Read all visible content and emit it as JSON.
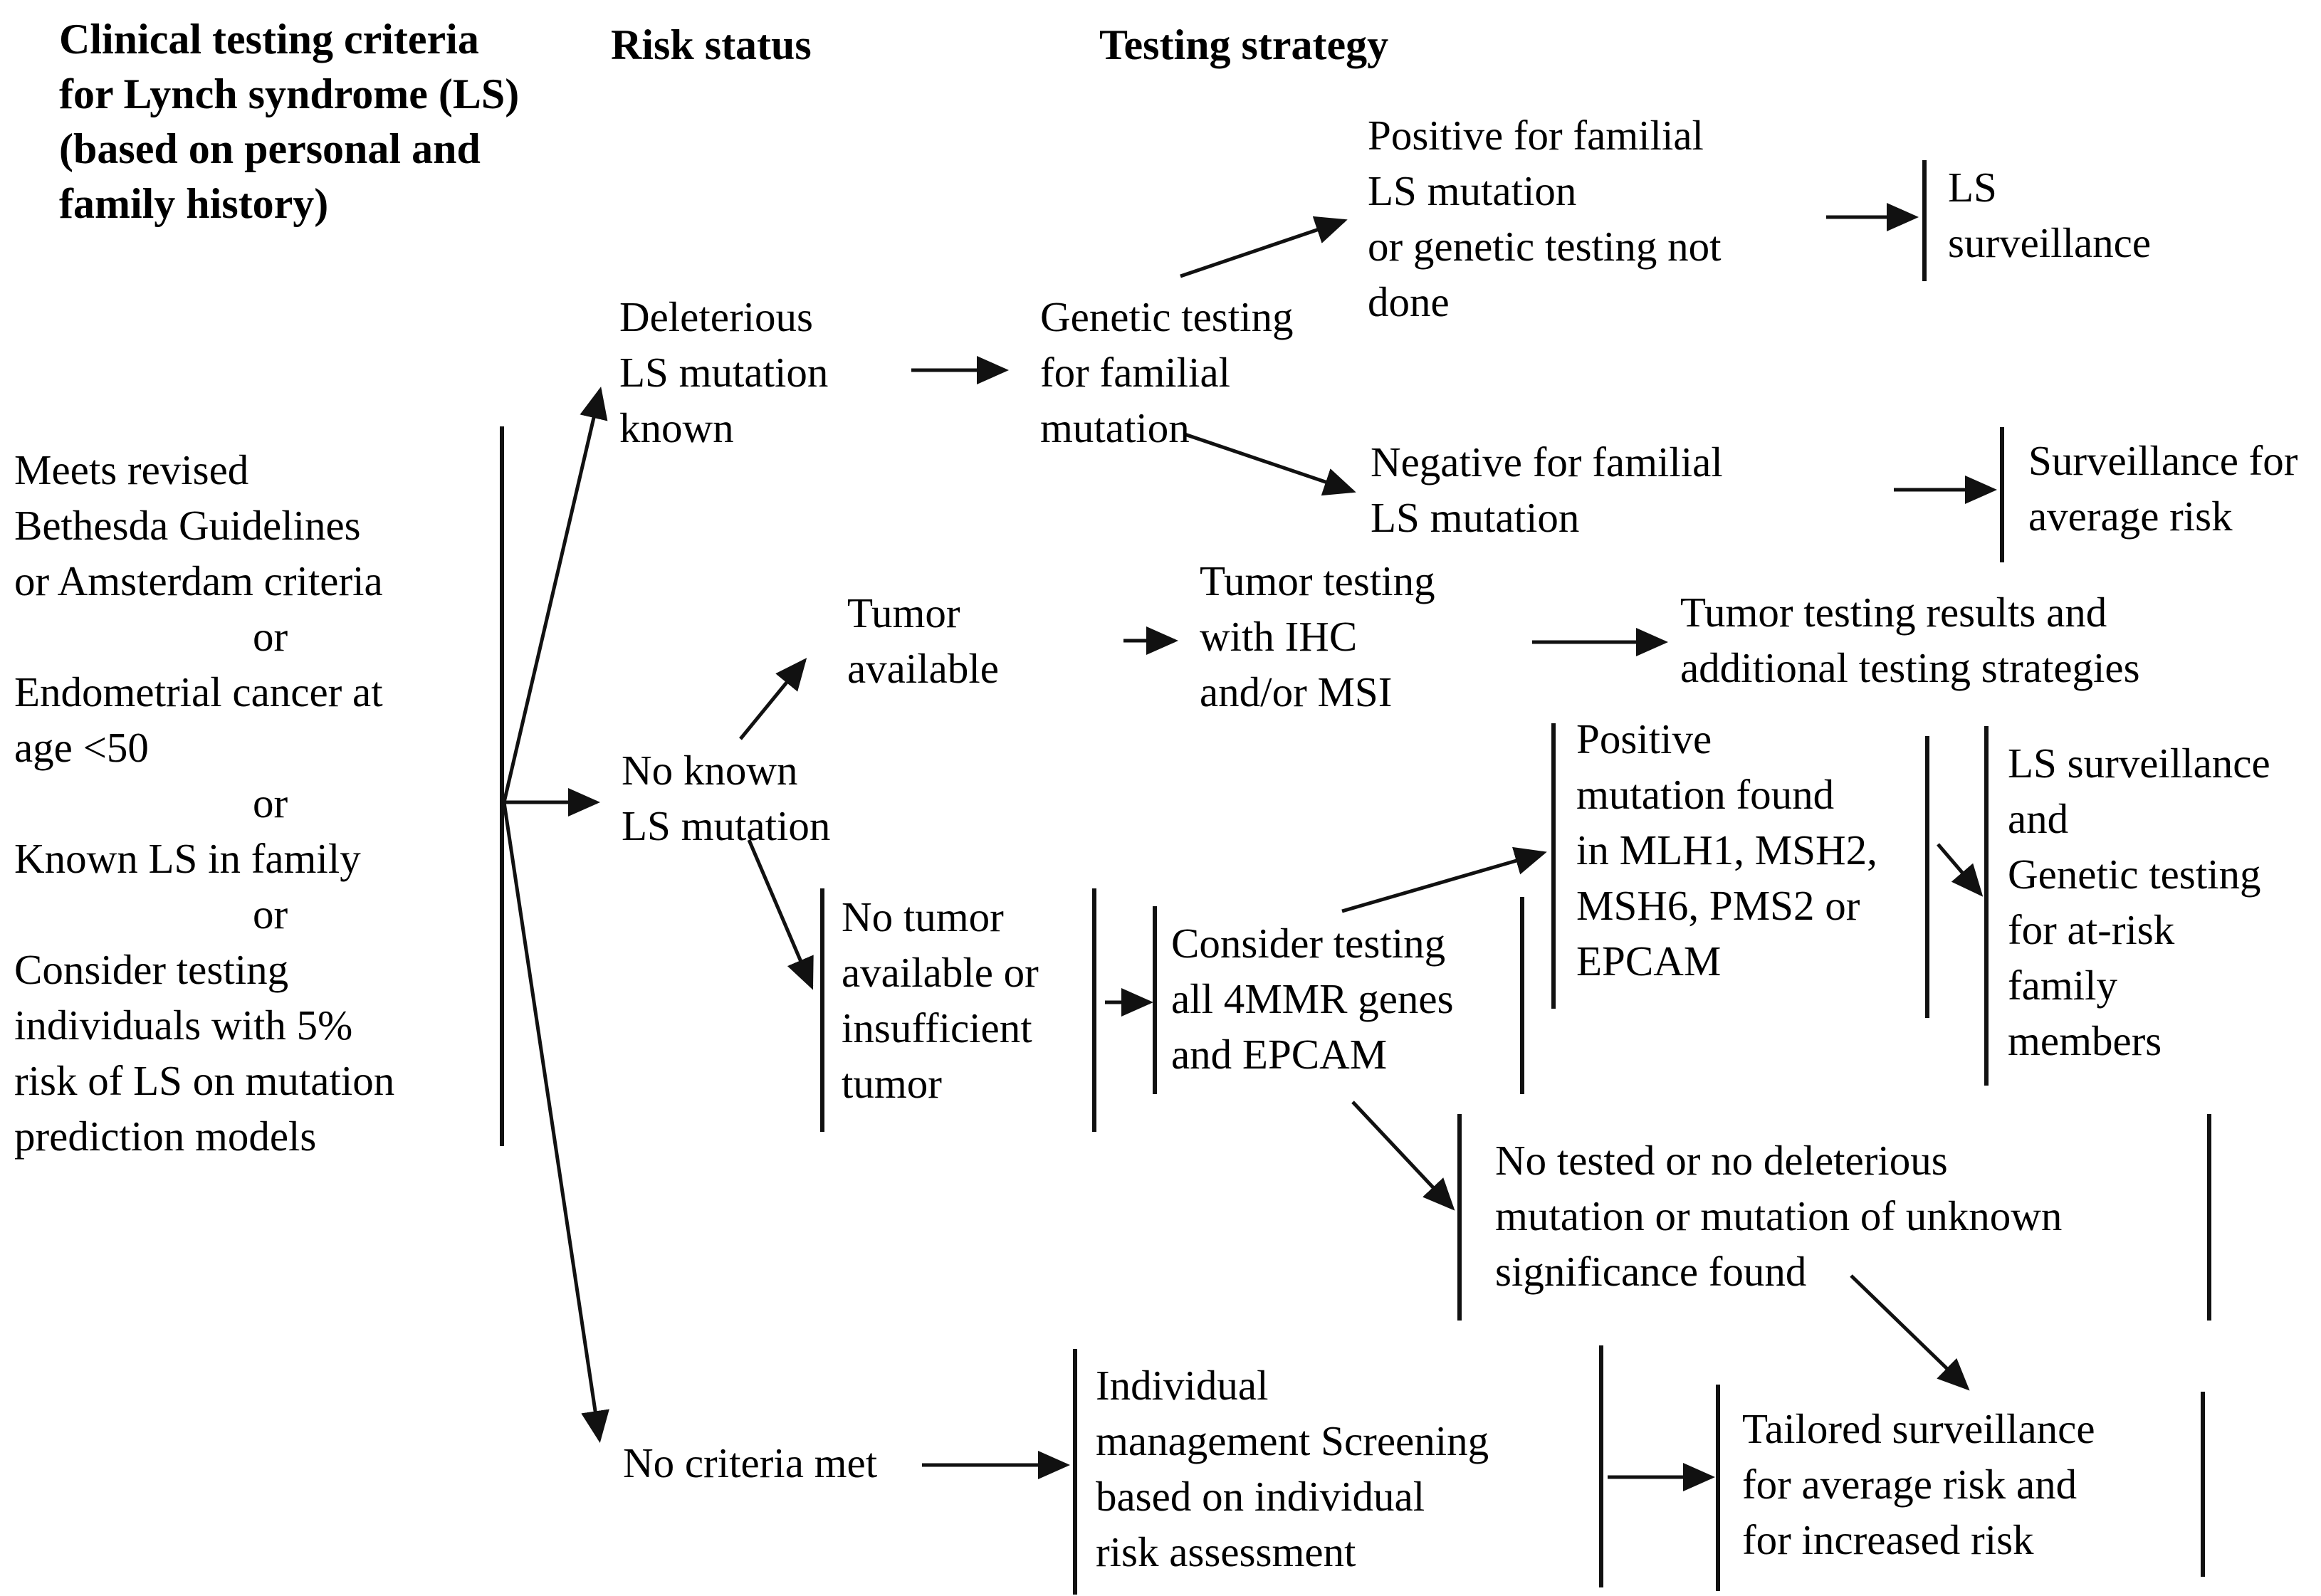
{
  "header": {
    "title": "Clinical testing criteria\nfor Lynch syndrome (LS)\n(based on personal and\nfamily history)",
    "col_risk": "Risk status",
    "col_testing": "Testing strategy"
  },
  "criteria": {
    "group1": "Meets revised\nBethesda Guidelines\nor Amsterdam criteria",
    "or1": "or",
    "group2": "Endometrial cancer at\nage <50",
    "or2": "or",
    "group3": "Known LS in family",
    "or3": "or",
    "group4": "Consider testing\nindividuals with 5%\nrisk of LS on mutation\nprediction models"
  },
  "nodes": {
    "deleterious": {
      "text": "Deleterious\nLS mutation\nknown"
    },
    "genetic_testing": {
      "text": "Genetic testing\nfor familial\nmutation"
    },
    "positive_familial": {
      "text": "Positive for familial\nLS mutation\nor genetic testing not\ndone"
    },
    "ls_surveillance": {
      "text": "LS\nsurveillance"
    },
    "negative_familial": {
      "text": "Negative for familial\nLS mutation"
    },
    "surveillance_average": {
      "text": "Surveillance for\naverage risk"
    },
    "tumor_available": {
      "text": "Tumor\navailable"
    },
    "tumor_testing": {
      "text": "Tumor testing\nwith IHC\nand/or MSI"
    },
    "tumor_results": {
      "text": "Tumor testing results and\nadditional testing strategies"
    },
    "no_known": {
      "text": "No known\nLS mutation"
    },
    "no_tumor": {
      "text": "No tumor\navailable or\ninsufficient\ntumor"
    },
    "consider_testing": {
      "text": "Consider testing\nall 4MMR genes\nand EPCAM"
    },
    "positive_mutation": {
      "text": "Positive\nmutation found\nin MLH1, MSH2,\nMSH6, PMS2 or\nEPCAM"
    },
    "ls_surveillance_genetic": {
      "text": "LS surveillance\nand\nGenetic testing\nfor at-risk\nfamily\nmembers"
    },
    "no_tested": {
      "text": "No tested or no deleterious\nmutation or mutation of unknown\nsignificance found"
    },
    "no_criteria": {
      "text": "No criteria met"
    },
    "individual_management": {
      "text": "Individual\nmanagement Screening\nbased on individual\nrisk assessment"
    },
    "tailored": {
      "text": "Tailored surveillance\nfor average risk and\nfor increased risk"
    }
  },
  "colors": {
    "text": "#000000",
    "line": "#111111",
    "background": "#ffffff"
  }
}
